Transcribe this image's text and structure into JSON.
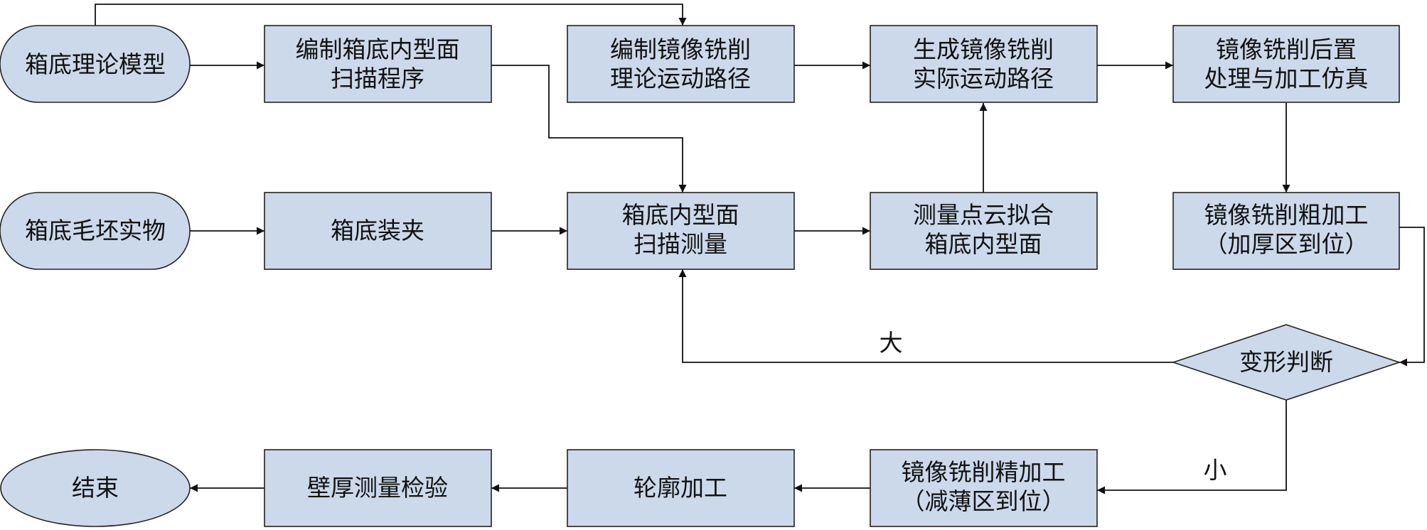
{
  "nodes": {
    "theory_model": {
      "lines": [
        "箱底理论模型"
      ]
    },
    "scan_program": {
      "lines": [
        "编制箱底内型面",
        "扫描程序"
      ]
    },
    "theory_path": {
      "lines": [
        "编制镜像铣削",
        "理论运动路径"
      ]
    },
    "actual_path": {
      "lines": [
        "生成镜像铣削",
        "实际运动路径"
      ]
    },
    "post_process": {
      "lines": [
        "镜像铣削后置",
        "处理与加工仿真"
      ]
    },
    "blank": {
      "lines": [
        "箱底毛坯实物"
      ]
    },
    "clamp": {
      "lines": [
        "箱底装夹"
      ]
    },
    "scan_measure": {
      "lines": [
        "箱底内型面",
        "扫描测量"
      ]
    },
    "fit_surface": {
      "lines": [
        "测量点云拟合",
        "箱底内型面"
      ]
    },
    "rough_mill": {
      "lines": [
        "镜像铣削粗加工",
        "（加厚区到位）"
      ]
    },
    "deform_judge": {
      "lines": [
        "变形判断"
      ]
    },
    "finish_mill": {
      "lines": [
        "镜像铣削精加工",
        "（减薄区到位）"
      ]
    },
    "contour": {
      "lines": [
        "轮廓加工"
      ]
    },
    "thickness_check": {
      "lines": [
        "壁厚测量检验"
      ]
    },
    "end": {
      "lines": [
        "结束"
      ]
    }
  },
  "edge_labels": {
    "large": "大",
    "small": "小"
  },
  "colors": {
    "node_fill": "#ccd9eb",
    "stroke": "#222222",
    "text": "#111111"
  }
}
